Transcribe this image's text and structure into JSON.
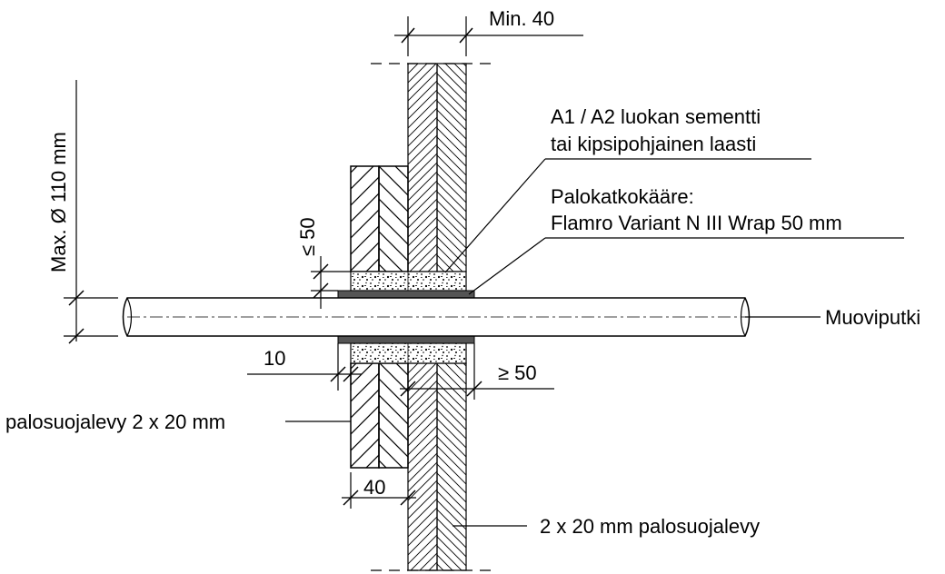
{
  "diagram": {
    "labels": {
      "min_wall": "Min. 40",
      "mortar_line1": "A1 / A2 luokan sementti",
      "mortar_line2": "tai kipsipohjainen laasti",
      "wrap_line1": "Palokatkokääre:",
      "wrap_line2": "Flamro Variant N III Wrap 50 mm",
      "max_diameter": "Max. Ø 110 mm",
      "le50": "≤ 50",
      "pipe": "Muoviputki",
      "dim10": "10",
      "ge50": "≥ 50",
      "board_left": "palosuojalevy 2 x 20 mm",
      "dim40": "40",
      "board_wall": "2 x 20 mm palosuojalevy"
    },
    "colors": {
      "line": "#000000",
      "wrap": "#555555",
      "background": "#ffffff"
    }
  }
}
